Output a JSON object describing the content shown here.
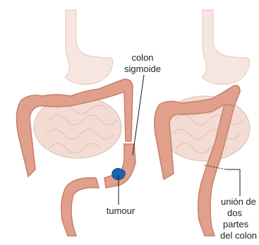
{
  "labels": {
    "sigmoid_line1": "colon",
    "sigmoid_line2": "sigmoide",
    "tumour": "tumour",
    "join_line1": "unión de",
    "join_line2": "dos",
    "join_line3": "partes",
    "join_line4": "del colon"
  },
  "colors": {
    "bowel": "#e1a08c",
    "bowel_outline": "#c77f6b",
    "stomach": "#f6e6df",
    "small_bowel": "#f3dcd3",
    "tumour": "#1e63b0",
    "leader_line": "#1a1a1a"
  }
}
